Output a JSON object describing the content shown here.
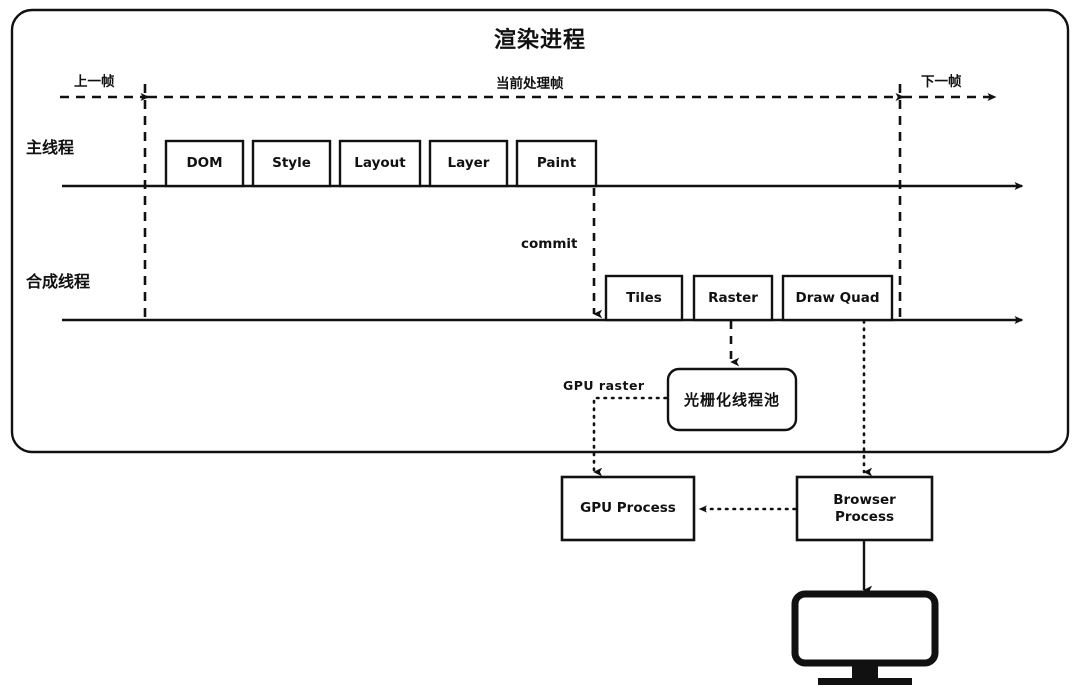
{
  "diagram": {
    "title": "渲染进程",
    "container_label": "renderer-process-container",
    "colors": {
      "stroke": "#111111",
      "text": "#111111",
      "background": "#ffffff"
    },
    "timeline": {
      "previous_frame_label": "上一帧",
      "current_frame_label": "当前处理帧",
      "next_frame_label": "下一帧"
    },
    "threads": [
      {
        "id": "main-thread",
        "label": "主线程",
        "stages": [
          {
            "label": "DOM"
          },
          {
            "label": "Style"
          },
          {
            "label": "Layout"
          },
          {
            "label": "Layer"
          },
          {
            "label": "Paint"
          }
        ]
      },
      {
        "id": "compositor-thread",
        "label": "合成线程",
        "stages": [
          {
            "label": "Tiles"
          },
          {
            "label": "Raster"
          },
          {
            "label": "Draw Quad"
          }
        ]
      }
    ],
    "connectors": [
      {
        "id": "commit",
        "label": "commit",
        "style": "dashed"
      },
      {
        "id": "gpu-raster",
        "label": "GPU raster",
        "style": "dotted"
      }
    ],
    "nodes": [
      {
        "id": "raster-thread-pool",
        "label": "光栅化线程池",
        "shape": "rounded-rect"
      },
      {
        "id": "gpu-process",
        "label": "GPU Process",
        "shape": "rect"
      },
      {
        "id": "browser-process",
        "label": "Browser\nProcess",
        "line1": "Browser",
        "line2": "Process",
        "shape": "rect"
      },
      {
        "id": "display-monitor",
        "label": "monitor-icon",
        "shape": "monitor"
      }
    ]
  }
}
